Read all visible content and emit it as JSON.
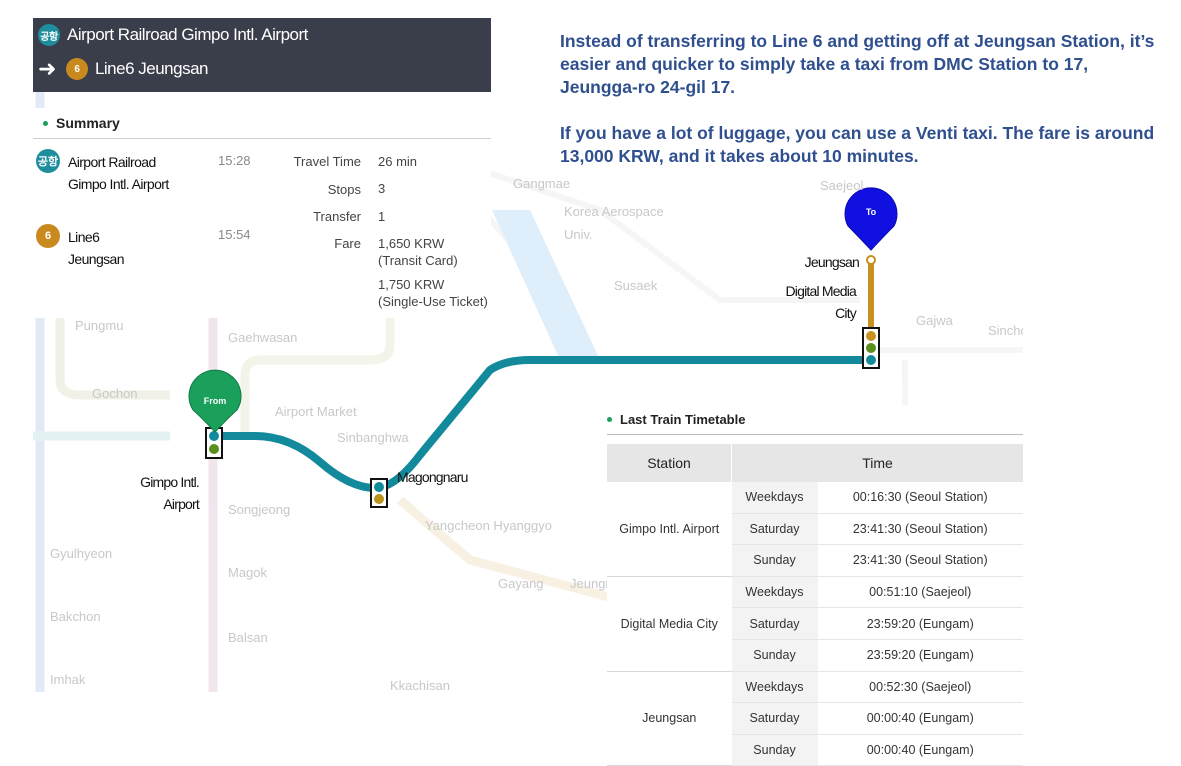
{
  "header": {
    "from_icon_text": "공항",
    "from_route": "Airport Railroad Gimpo Intl. Airport",
    "to_icon_text": "6",
    "to_route": "Line6 Jeungsan"
  },
  "summary": {
    "title": "Summary",
    "legs": [
      {
        "icon": "공항",
        "line1": "Airport Railroad",
        "line2": "Gimpo Intl. Airport",
        "time": "15:28"
      },
      {
        "icon": "6",
        "line1": "Line6",
        "line2": "Jeungsan",
        "time": "15:54"
      }
    ],
    "travel_time_label": "Travel Time",
    "travel_time_value": "26 min",
    "stops_label": "Stops",
    "stops_value": "3",
    "transfer_label": "Transfer",
    "transfer_value": "1",
    "fare_label": "Fare",
    "fare_transit_value": "1,650 KRW",
    "fare_transit_note": "(Transit Card)",
    "fare_single_value": "1,750 KRW",
    "fare_single_note": "(Single-Use Ticket)"
  },
  "note": {
    "paragraph1": "Instead of transferring to Line 6 and getting off at Jeungsan Station, it’s easier and quicker to simply take a taxi from DMC Station to 17, Jeungga-ro 24-gil 17.",
    "paragraph2": "If you have a lot of luggage, you can use a Venti taxi.  The fare is around 13,000 KRW, and it takes about 10 minutes."
  },
  "map": {
    "from_marker": "From",
    "to_marker": "To",
    "stations": {
      "gimpo_line1": "Gimpo Intl.",
      "gimpo_line2": "Airport",
      "magongnaru": "Magongnaru",
      "jeungsan": "Jeungsan",
      "dmc_line1": "Digital Media",
      "dmc_line2": "City"
    },
    "bg_labels": {
      "gangmae": "Gangmae",
      "korea_aerospace_1": "Korea Aerospace",
      "korea_aerospace_2": "Univ.",
      "saejeol": "Saejeol",
      "susaek": "Susaek",
      "gajwa": "Gajwa",
      "sinchon": "Sinchon",
      "pungmu": "Pungmu",
      "gaehwasan": "Gaehwasan",
      "gochon": "Gochon",
      "airport_market": "Airport Market",
      "sinbanghwa": "Sinbanghwa",
      "songjeong": "Songjeong",
      "yangcheon": "Yangcheon Hyanggyo",
      "gulhyeon": "Gyulhyeon",
      "magok": "Magok",
      "gayang": "Gayang",
      "jeungmi": "Jeungmi",
      "bakchon": "Bakchon",
      "balsan": "Balsan",
      "imhak": "Imhak",
      "kkachisan": "Kkachisan"
    },
    "colors": {
      "airport_line": "#138a9b",
      "line6": "#c8901f",
      "from_marker": "#1aa05b",
      "to_marker": "#1010e0"
    }
  },
  "timetable": {
    "title": "Last Train Timetable",
    "col_station": "Station",
    "col_time": "Time",
    "rows": [
      {
        "station": "Gimpo Intl. Airport",
        "times": [
          {
            "day": "Weekdays",
            "time": "00:16:30 (Seoul Station)"
          },
          {
            "day": "Saturday",
            "time": "23:41:30 (Seoul Station)"
          },
          {
            "day": "Sunday",
            "time": "23:41:30 (Seoul Station)"
          }
        ]
      },
      {
        "station": "Digital Media City",
        "times": [
          {
            "day": "Weekdays",
            "time": "00:51:10 (Saejeol)"
          },
          {
            "day": "Saturday",
            "time": "23:59:20 (Eungam)"
          },
          {
            "day": "Sunday",
            "time": "23:59:20 (Eungam)"
          }
        ]
      },
      {
        "station": "Jeungsan",
        "times": [
          {
            "day": "Weekdays",
            "time": "00:52:30 (Saejeol)"
          },
          {
            "day": "Saturday",
            "time": "00:00:40 (Eungam)"
          },
          {
            "day": "Sunday",
            "time": "00:00:40 (Eungam)"
          }
        ]
      }
    ]
  }
}
